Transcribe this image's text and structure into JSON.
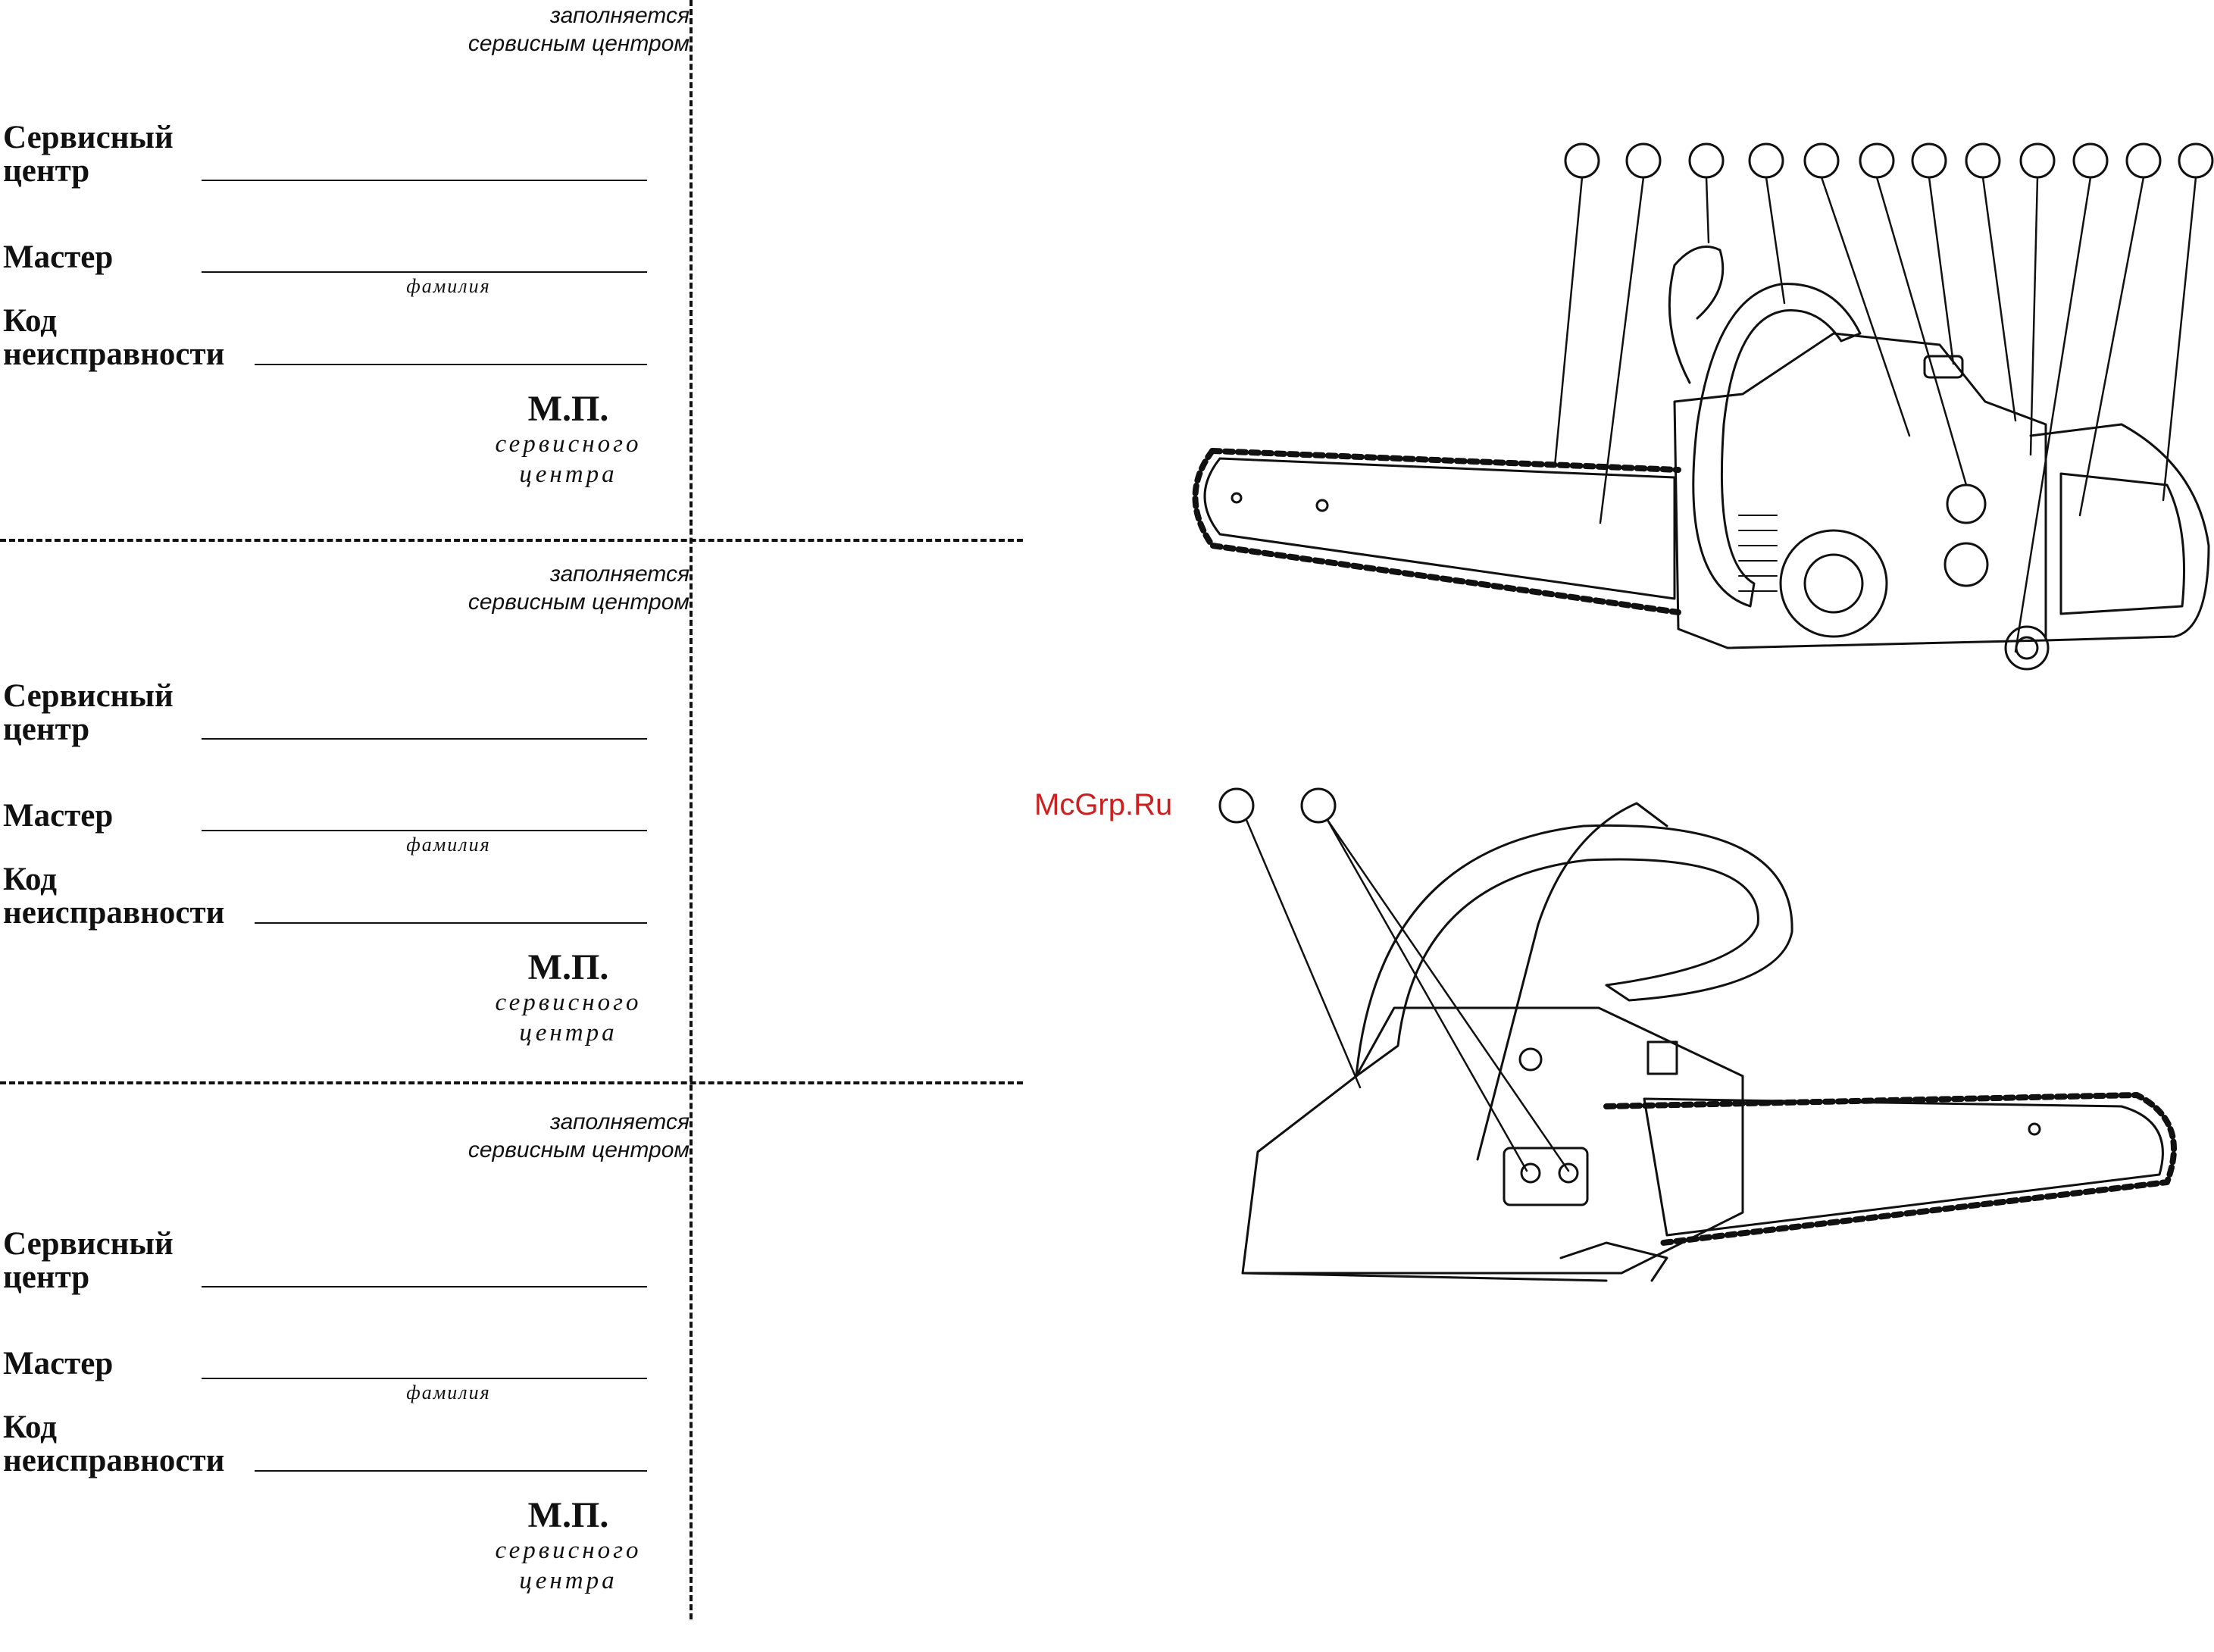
{
  "coupons": [
    {
      "fill_note_1": "заполняется",
      "fill_note_2": "сервисным центром",
      "service_center_1": "Сервисный",
      "service_center_2": "центр",
      "master": "Мастер",
      "surname_hint": "фамилия",
      "code_1": "Код",
      "code_2": "неисправности",
      "stamp": "М.П.",
      "stamp_sub_1": "сервисного",
      "stamp_sub_2": "центра"
    },
    {
      "fill_note_1": "заполняется",
      "fill_note_2": "сервисным центром",
      "service_center_1": "Сервисный",
      "service_center_2": "центр",
      "master": "Мастер",
      "surname_hint": "фамилия",
      "code_1": "Код",
      "code_2": "неисправности",
      "stamp": "М.П.",
      "stamp_sub_1": "сервисного",
      "stamp_sub_2": "центра"
    },
    {
      "fill_note_1": "заполняется",
      "fill_note_2": "сервисным центром",
      "service_center_1": "Сервисный",
      "service_center_2": "центр",
      "master": "Мастер",
      "surname_hint": "фамилия",
      "code_1": "Код",
      "code_2": "неисправности",
      "stamp": "М.П.",
      "stamp_sub_1": "сервисного",
      "stamp_sub_2": "центра"
    }
  ],
  "watermark": "McGrp.Ru",
  "colors": {
    "ink": "#111111",
    "watermark": "#cc1f1f"
  }
}
